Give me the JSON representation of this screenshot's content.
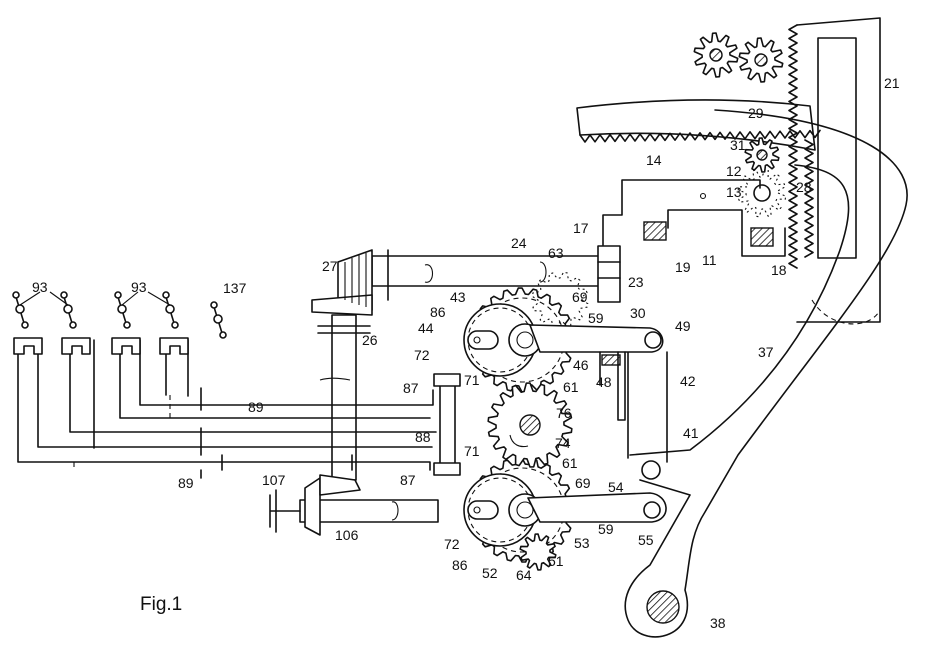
{
  "figure_label": "Fig.1",
  "labels": {
    "l21": "21",
    "l29": "29",
    "l31": "31",
    "l12": "12",
    "l13": "13",
    "l28": "28",
    "l14": "14",
    "l17": "17",
    "l19": "19",
    "l11": "11",
    "l18": "18",
    "l24": "24",
    "l63": "63",
    "l23": "23",
    "l27": "27",
    "l93a": "93",
    "l93b": "93",
    "l137": "137",
    "l26": "26",
    "l43": "43",
    "l86a": "86",
    "l69a": "69",
    "l59a": "59",
    "l30": "30",
    "l49": "49",
    "l44": "44",
    "l72a": "72",
    "l46": "46",
    "l48": "48",
    "l71a": "71",
    "l61a": "61",
    "l42": "42",
    "l37": "37",
    "l87a": "87",
    "l89a": "89",
    "l76": "76",
    "l88": "88",
    "l74": "74",
    "l41": "41",
    "l71b": "71",
    "l61b": "61",
    "l89b": "89",
    "l87b": "87",
    "l69b": "69",
    "l107": "107",
    "l54": "54",
    "l106": "106",
    "l59b": "59",
    "l72b": "72",
    "l53": "53",
    "l55": "55",
    "l86b": "86",
    "l52": "52",
    "l64": "64",
    "l51": "51",
    "l38": "38"
  }
}
